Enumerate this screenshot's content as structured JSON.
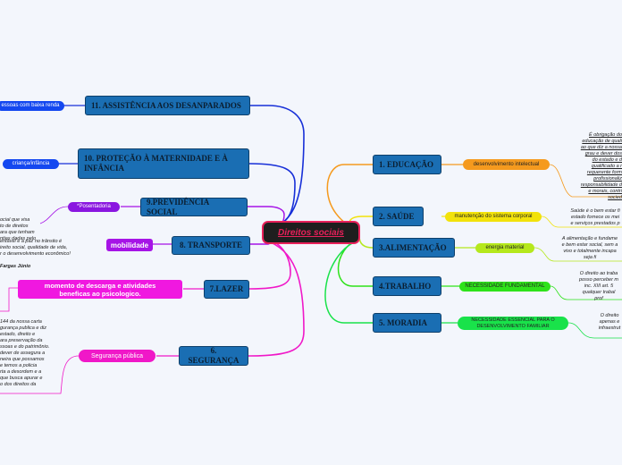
{
  "center": {
    "label": "Direitos sociais"
  },
  "left_topics": [
    {
      "label": "11. ASSISTÊNCIA AOS DESANPARADOS"
    },
    {
      "label": "10. PROTEÇÃO À MATERNIDADE E À INFÂNCIA"
    },
    {
      "label": "9.PREVIDÊNCIA SOCIAL"
    },
    {
      "label": "8. TRANSPORTE"
    },
    {
      "label": "7.LAZER"
    },
    {
      "label": "6. SEGURANÇA"
    }
  ],
  "left_pills": [
    {
      "label": "essoas com baixa renda"
    },
    {
      "label": "criança/infância"
    },
    {
      "label": "*Posentadoria"
    },
    {
      "label": "mobilidade"
    },
    {
      "label": "momento de descarga e atividades beneficas ao psicologico."
    },
    {
      "label": "Segurança pública"
    }
  ],
  "left_notes": [
    {
      "text": "ocial que visa\nto de direitos\nara que tenham\nntias dadas pelo"
    },
    {
      "text": "entável e a paz no trânsito é\nireito social, qualidade de vida,\nr o desenvolvimento econômico!",
      "author": "Fargas Júnio"
    },
    {
      "text": "144 da nossa carta\ngurança publica e diz\n estado, direito e\nara preservação da\nssoas e do patrimônio.\n dever de assegura a\nneira que possamos\ne temos a policia\nrta a desordem e a\nque busca apurar e\no dos direitos da"
    }
  ],
  "right_topics": [
    {
      "label": "1. EDUCAÇÃO"
    },
    {
      "label": "2. SAÚDE"
    },
    {
      "label": "3.ALIMENTAÇÃO"
    },
    {
      "label": "4.TRABALHO"
    },
    {
      "label": "5. MORADIA"
    }
  ],
  "right_pills": [
    {
      "label": "desenvolvimento intelectual"
    },
    {
      "label": "manutenção do sistema corporal"
    },
    {
      "label": "energia material"
    },
    {
      "label": "NECESSIDADE FUNDAMENTAL"
    },
    {
      "label": "NECESSIDADE ESSENCIAL PARA O DESENVOLVIMENTO FAMILIAR"
    }
  ],
  "right_notes": [
    {
      "text": "É obrigação do\neducação de quali\nao que diz a nossa\ngrau e dever dos\ndo estado e d\nqualificado a r\nrequerente form\nprofissionaliz\nresponsabilidade d\ne morais, contri\nsocied"
    },
    {
      "text": "Saúde é o bem estar fi\nestado fornece os mei\ne serviços prestados p"
    },
    {
      "text": "A alimentação e fundame\ne bem estar social, sem a\nvivo e totalmente incapa\nseja fi"
    },
    {
      "text": "O direito ao traba\nposso perceber m\ninc. XIII art. 5\nqualquer trabal\nprof"
    },
    {
      "text": "O direito\napenas e\ninfraestrut"
    }
  ],
  "colors": {
    "topic_fill": "#1a6eb3",
    "education_branch": "#f59a1e",
    "health_branch": "#f2e20a",
    "food_branch": "#b5e81c",
    "work_branch": "#2ee21a",
    "housing_branch": "#19e24a",
    "security_branch": "#f018c8",
    "transport_branch": "#a614e6",
    "left_blue_branch": "#1830d8"
  }
}
